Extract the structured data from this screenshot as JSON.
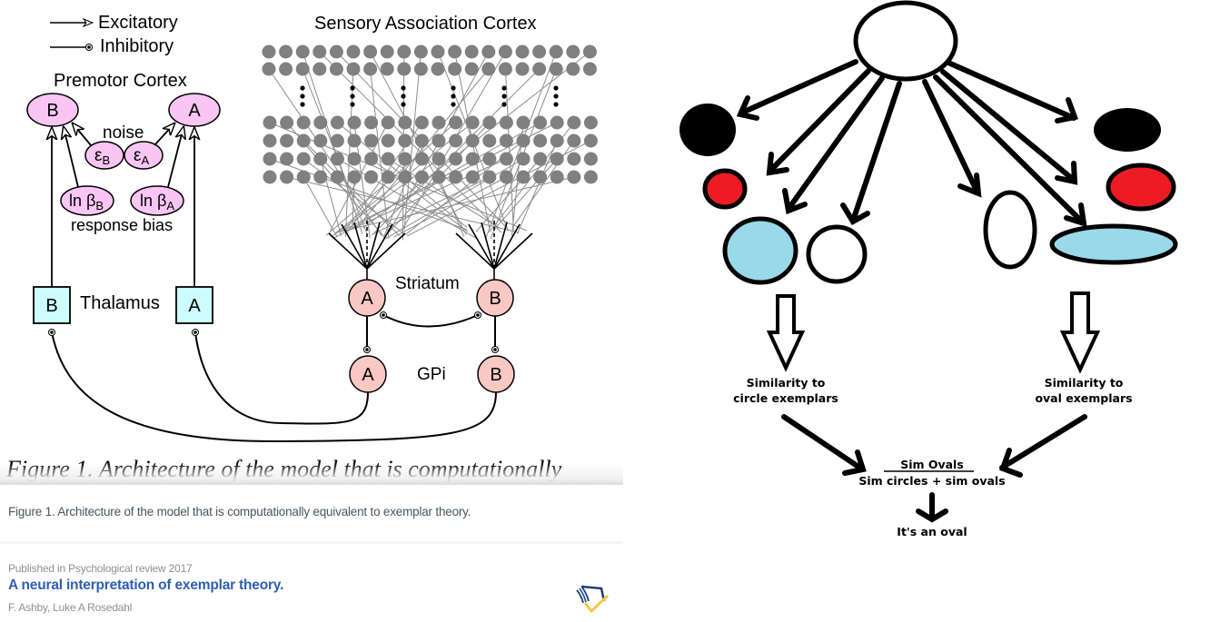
{
  "left_figure": {
    "legend": {
      "excitatory": "Excitatory",
      "inhibitory": "Inhibitory"
    },
    "premotor_cortex": {
      "label": "Premotor Cortex",
      "unit_b": "B",
      "unit_a": "A",
      "noise_label": "noise",
      "noise_b": {
        "symbol": "ε",
        "sub": "B"
      },
      "noise_a": {
        "symbol": "ε",
        "sub": "A"
      },
      "bias_b": {
        "symbol": "ln β",
        "sub": "B"
      },
      "bias_a": {
        "symbol": "ln β",
        "sub": "A"
      },
      "bias_label": "response bias"
    },
    "sensory_cortex_label": "Sensory Association Cortex",
    "thalamus": {
      "label": "Thalamus",
      "unit_b": "B",
      "unit_a": "A"
    },
    "striatum": {
      "label": "Striatum",
      "unit_a": "A",
      "unit_b": "B"
    },
    "gpi": {
      "label": "GPi",
      "unit_a": "A",
      "unit_b": "B"
    },
    "embedded_caption": "Figure 1.  Architecture of the model that is computationally",
    "colors": {
      "premotor_fill": "#f9c6f4",
      "thalamus_fill": "#ccfcfc",
      "basal_ganglia_fill": "#f9c8c4",
      "sensory_unit": "#808080"
    }
  },
  "caption": {
    "text": "Figure 1. Architecture of the model that is computationally equivalent to exemplar theory."
  },
  "publication": {
    "venue": "Published in Psychological review 2017",
    "title": "A neural interpretation of exemplar theory.",
    "authors": "F. Ashby, Luke A Rosedahl",
    "logo_icon": "semantic-scholar-logo-icon",
    "colors": {
      "title": "#2f5fb3",
      "meta": "#8a8f95"
    }
  },
  "right_figure": {
    "left_summary": [
      "Similarity to",
      "circle exemplars"
    ],
    "right_summary": [
      "Similarity to",
      "oval exemplars"
    ],
    "formula_numerator": "Sim Ovals",
    "formula_denominator": "Sim circles + sim ovals",
    "conclusion": "It's an oval",
    "colors": {
      "red": "#ed1c24",
      "light_blue": "#99d9ea",
      "black": "#000000"
    }
  }
}
